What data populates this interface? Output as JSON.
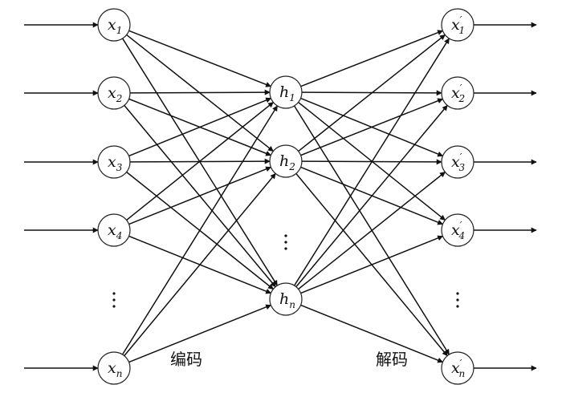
{
  "diagram": {
    "type": "autoencoder-network",
    "input_nodes": [
      {
        "var": "x",
        "sub": "1",
        "prime": ""
      },
      {
        "var": "x",
        "sub": "2",
        "prime": ""
      },
      {
        "var": "x",
        "sub": "3",
        "prime": ""
      },
      {
        "var": "x",
        "sub": "4",
        "prime": ""
      },
      {
        "var": "x",
        "sub": "n",
        "prime": ""
      }
    ],
    "hidden_nodes": [
      {
        "var": "h",
        "sub": "1",
        "prime": ""
      },
      {
        "var": "h",
        "sub": "2",
        "prime": ""
      },
      {
        "var": "h",
        "sub": "n",
        "prime": ""
      }
    ],
    "output_nodes": [
      {
        "var": "x",
        "sub": "1",
        "prime": "′"
      },
      {
        "var": "x",
        "sub": "2",
        "prime": "′"
      },
      {
        "var": "x",
        "sub": "3",
        "prime": "′"
      },
      {
        "var": "x",
        "sub": "4",
        "prime": "′"
      },
      {
        "var": "x",
        "sub": "n",
        "prime": "′"
      }
    ],
    "encode_label": "编码",
    "decode_label": "解码"
  }
}
